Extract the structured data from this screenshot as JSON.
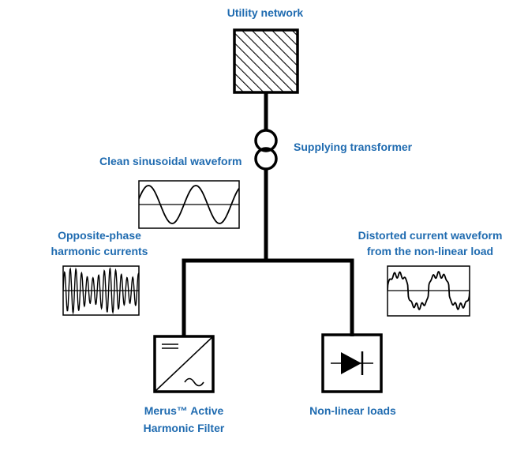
{
  "labels": {
    "utility_network": "Utility network",
    "supplying_transformer": "Supplying transformer",
    "clean_waveform": "Clean sinusoidal waveform",
    "opposite_phase_line1": "Opposite-phase",
    "opposite_phase_line2": "harmonic currents",
    "distorted_line1": "Distorted current waveform",
    "distorted_line2": "from the non-linear load",
    "filter_line1": "Merus™ Active",
    "filter_line2": "Harmonic Filter",
    "nonlinear_loads": "Non-linear loads"
  },
  "colors": {
    "label": "#1f6bb0",
    "line": "#000000"
  },
  "icons": [
    "utility-network-icon",
    "transformer-icon",
    "active-filter-icon",
    "diode-icon"
  ]
}
